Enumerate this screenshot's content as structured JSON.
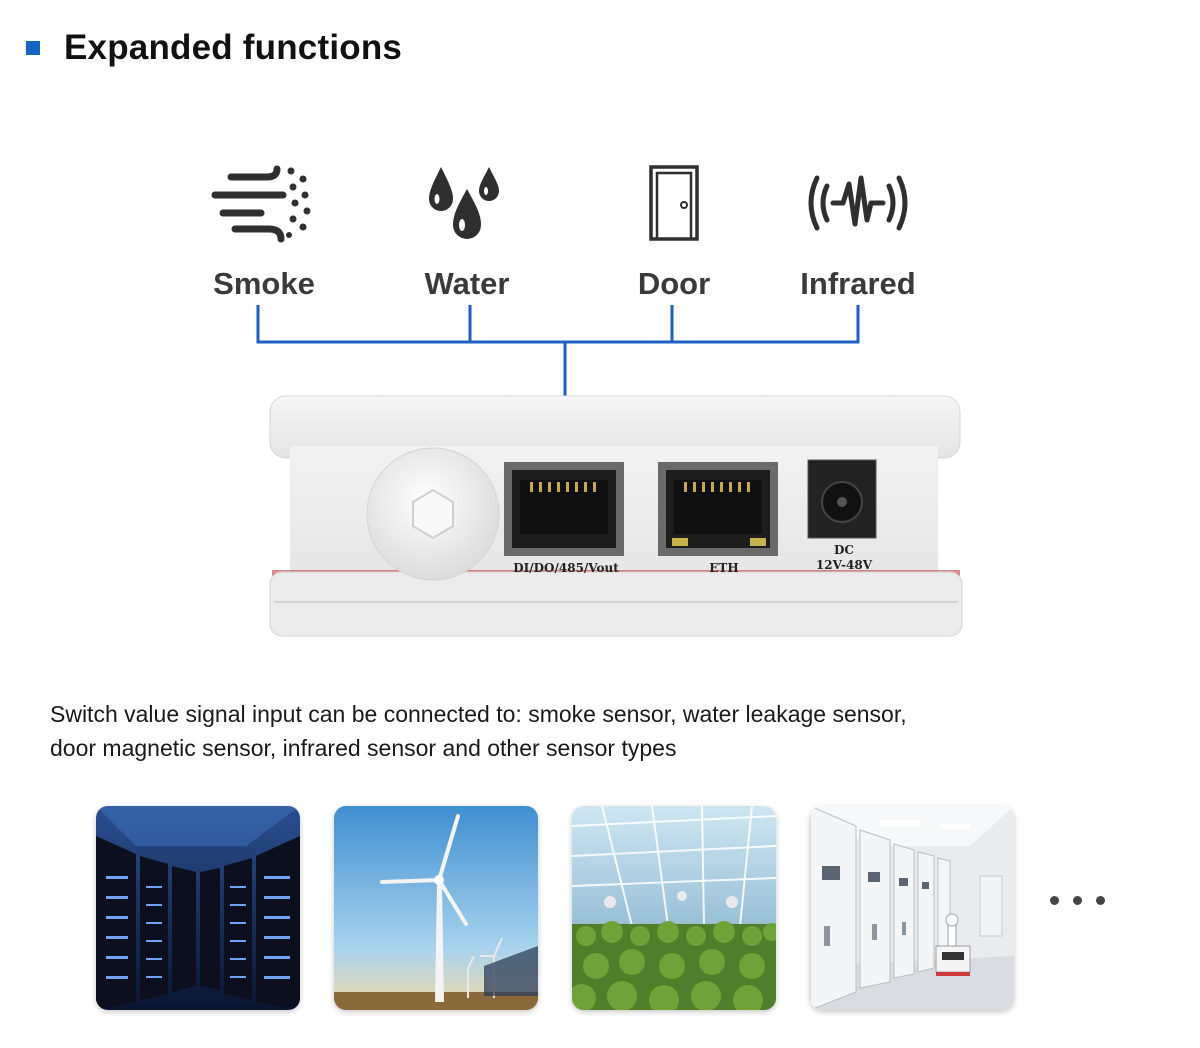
{
  "header": {
    "title": "Expanded functions",
    "accent_color": "#1565c0"
  },
  "sensors": [
    {
      "label": "Smoke",
      "icon": "smoke-icon"
    },
    {
      "label": "Water",
      "icon": "water-drops-icon"
    },
    {
      "label": "Door",
      "icon": "door-icon"
    },
    {
      "label": "Infrared",
      "icon": "infrared-signal-icon"
    }
  ],
  "device": {
    "port_labels": {
      "io": "DI/DO/485/Vout",
      "eth": "ETH",
      "dc_line1": "DC",
      "dc_line2": "12V-48V"
    }
  },
  "description": {
    "line1": "Switch value signal input can be connected to: smoke sensor, water leakage sensor,",
    "line2": "door magnetic sensor, infrared sensor and other sensor types"
  },
  "applications": [
    {
      "icon": "server-room-photo"
    },
    {
      "icon": "wind-turbine-photo"
    },
    {
      "icon": "greenhouse-photo"
    },
    {
      "icon": "power-distribution-room-photo"
    }
  ],
  "line_color": "#1f5fbf"
}
